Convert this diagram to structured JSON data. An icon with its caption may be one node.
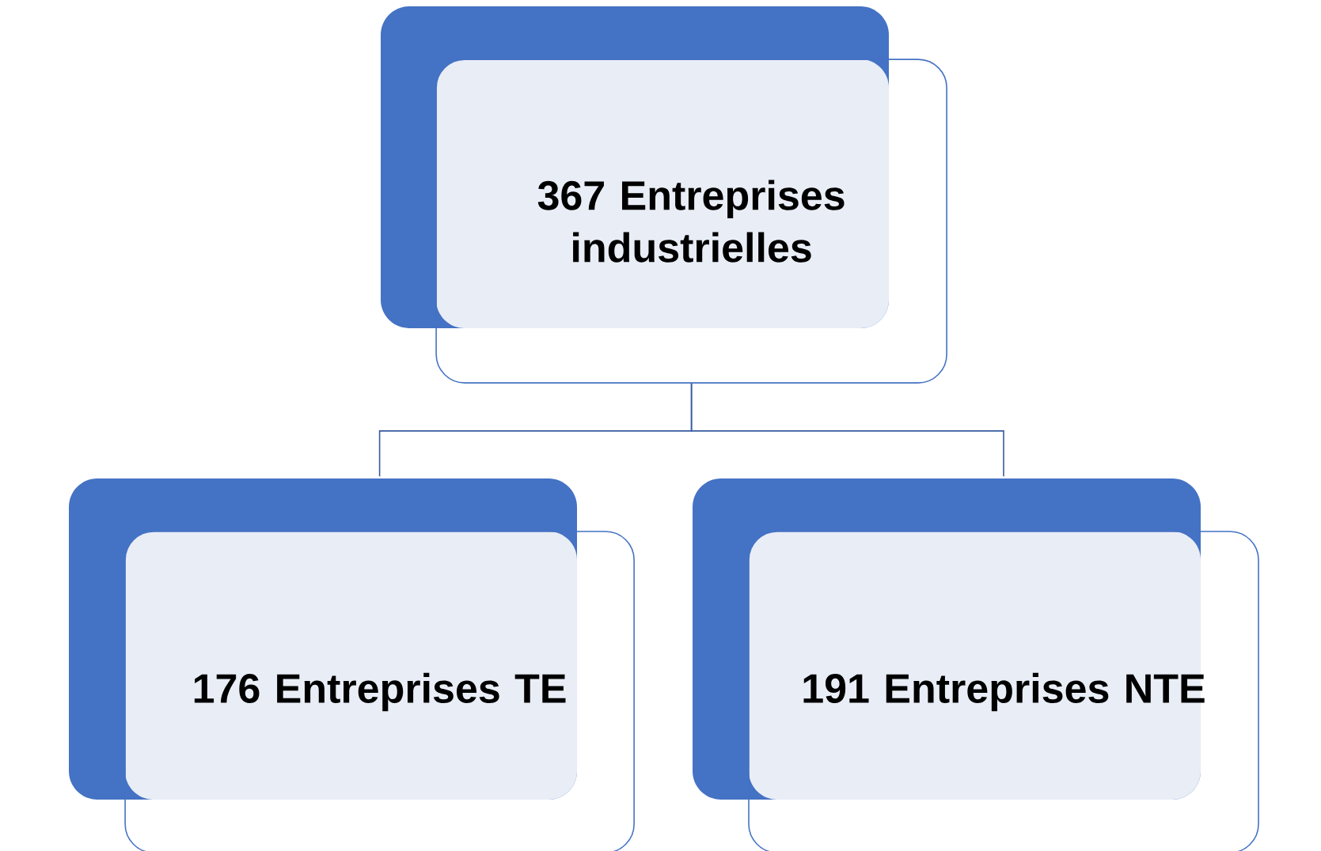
{
  "diagram": {
    "nodes": [
      {
        "text": [
          "367 Entreprises industrielles"
        ]
      },
      {
        "text": [
          "176 Entreprises TE"
        ]
      },
      {
        "text": [
          "191 Entreprises NTE"
        ]
      }
    ],
    "edges": [
      {
        "from": 0,
        "to": 1,
        "arrow": "none"
      },
      {
        "from": 0,
        "to": 2,
        "arrow": "none"
      }
    ]
  }
}
